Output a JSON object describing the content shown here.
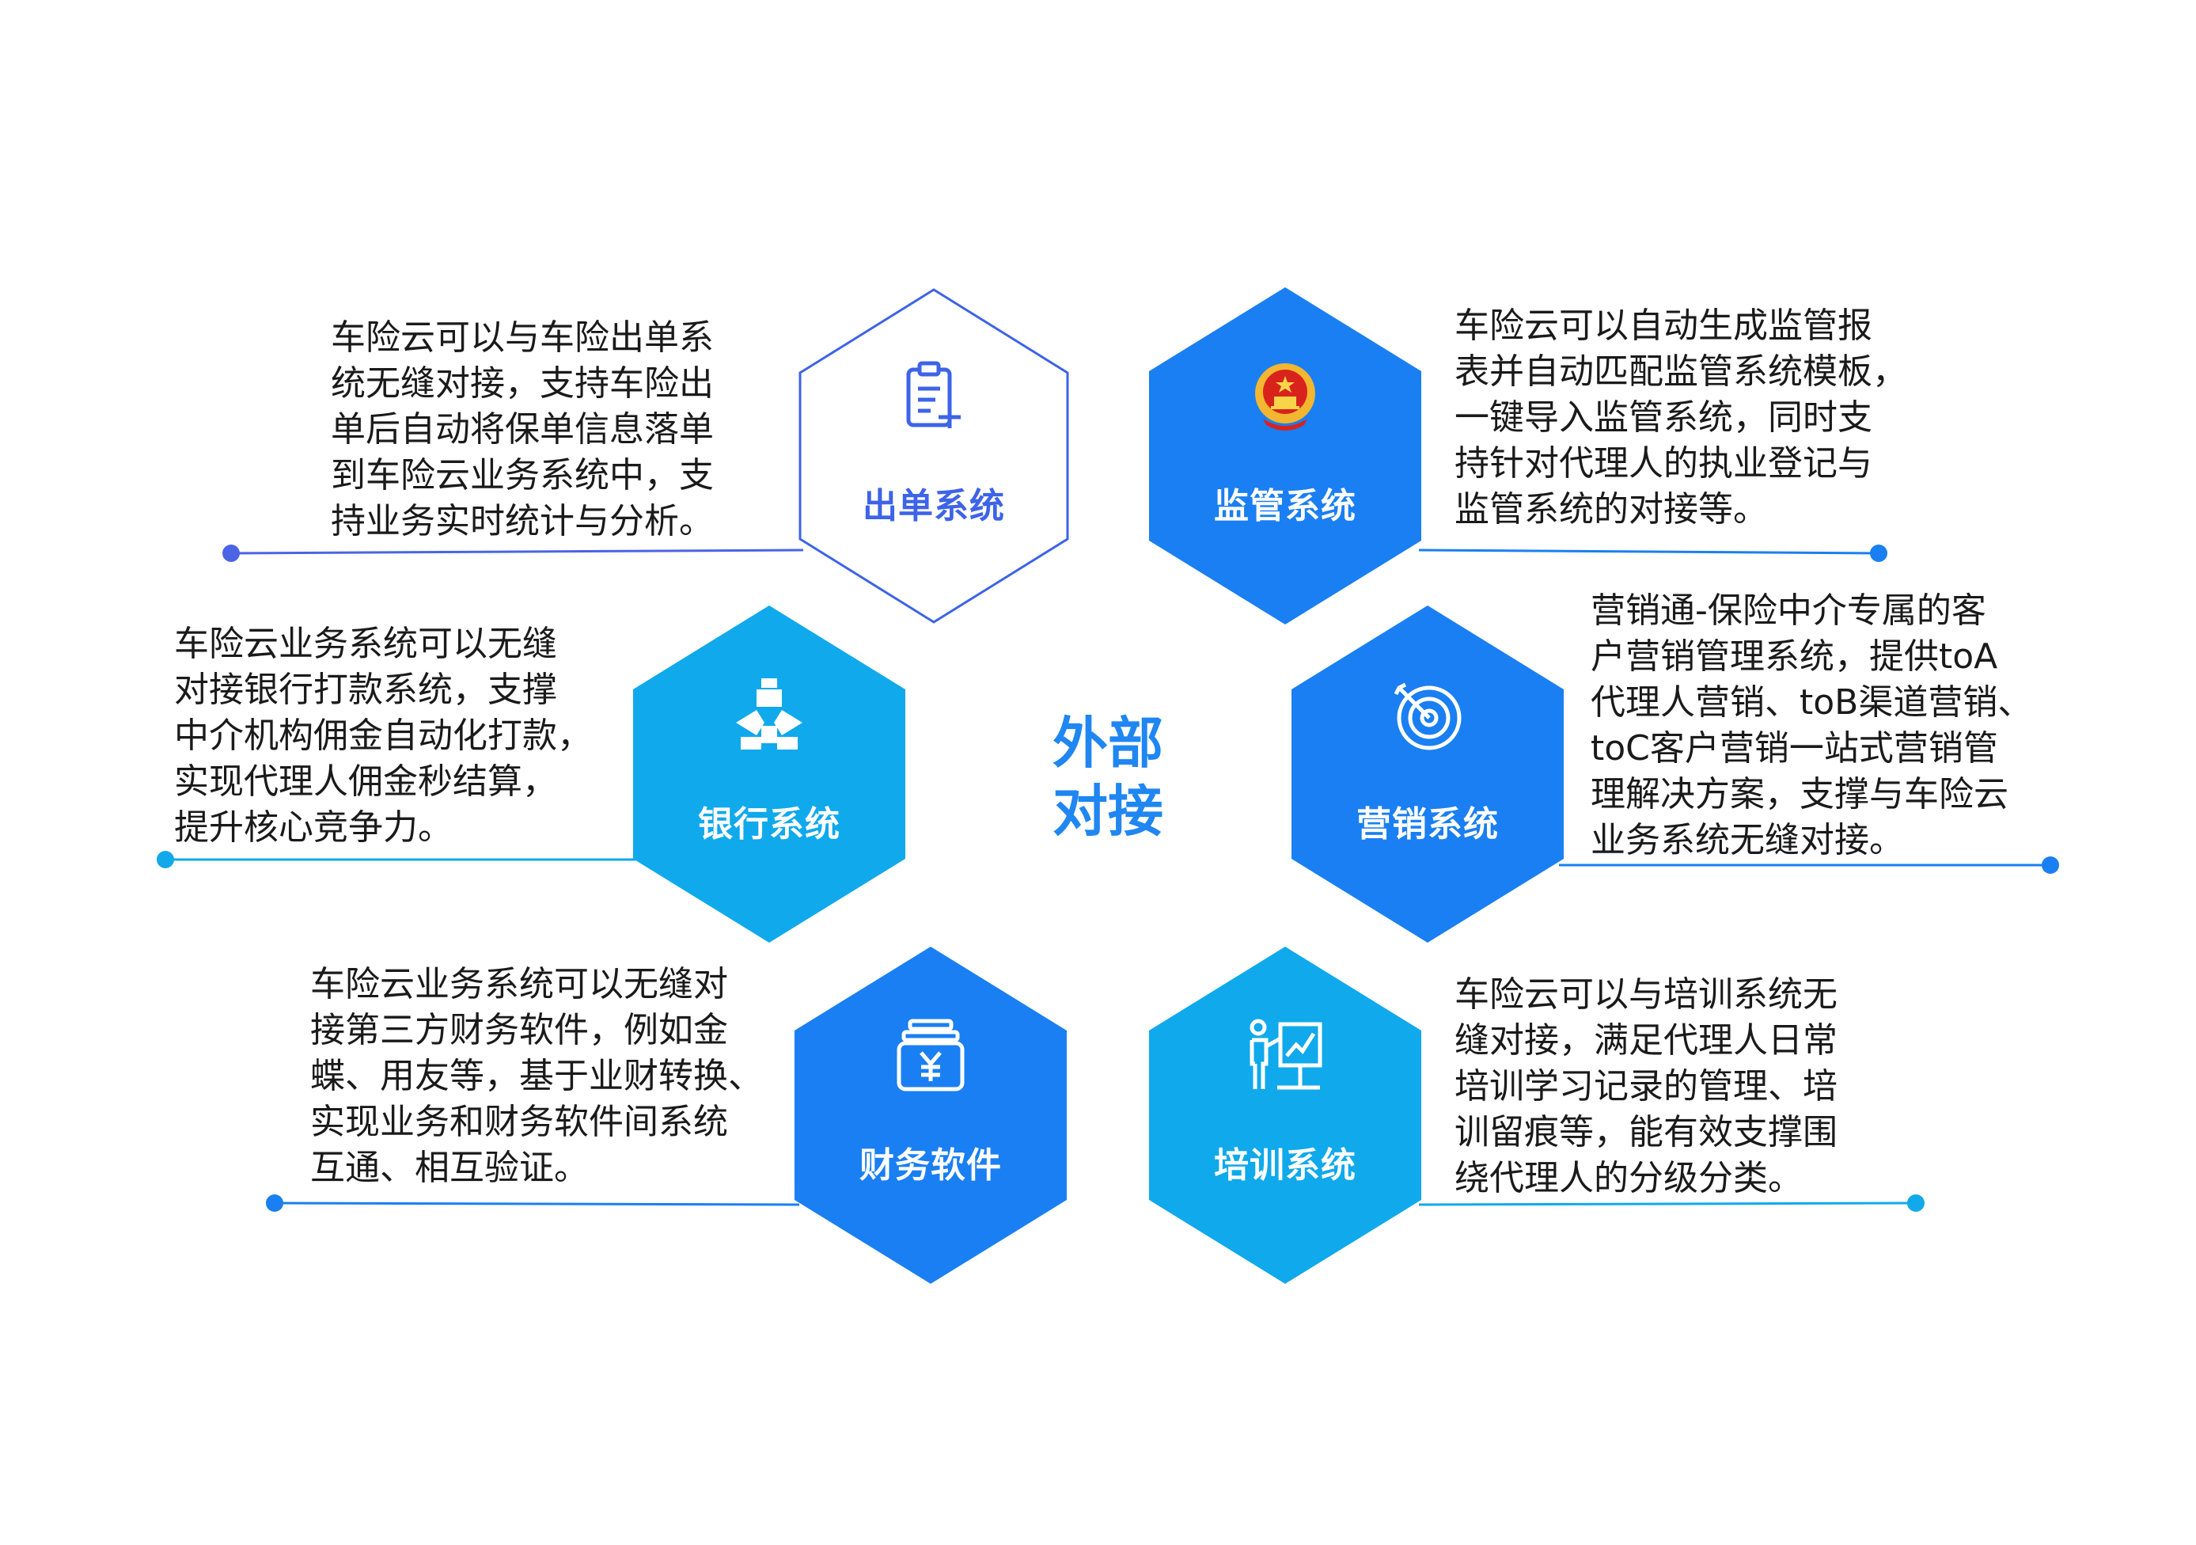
{
  "center": {
    "line1": "外部",
    "line2": "对接"
  },
  "colors": {
    "blue": "#1a7ff2",
    "cyan": "#0fa9ec",
    "outline": "#3d63e8",
    "connector_blue": "#1a7ff2",
    "connector_cyan": "#11a9ea",
    "connector_indigo": "#4c63e6"
  },
  "nodes": [
    {
      "id": "chudan",
      "label": "出单系统",
      "icon": "clipboard-plus-icon",
      "lines": [
        "车险云可以与车险出单系",
        "统无缝对接，支持车险出",
        "单后自动将保单信息落单",
        "到车险云业务系统中，支",
        "持业务实时统计与分析。"
      ]
    },
    {
      "id": "jianguan",
      "label": "监管系统",
      "icon": "national-emblem-icon",
      "lines": [
        "车险云可以自动生成监管报",
        "表并自动匹配监管系统模板，",
        "一键导入监管系统，同时支",
        "持针对代理人的执业登记与",
        "监管系统的对接等。"
      ]
    },
    {
      "id": "yinhang",
      "label": "银行系统",
      "icon": "bank-logo-icon",
      "lines": [
        "车险云业务系统可以无缝",
        "对接银行打款系统，支撑",
        "中介机构佣金自动化打款，",
        "实现代理人佣金秒结算，",
        "提升核心竞争力。"
      ]
    },
    {
      "id": "yingxiao",
      "label": "营销系统",
      "icon": "target-arrow-icon",
      "lines": [
        "营销通-保险中介专属的客",
        "户营销管理系统，提供toA",
        "代理人营销、toB渠道营销、",
        "toC客户营销一站式营销管",
        "理解决方案，支撑与车险云",
        "业务系统无缝对接。"
      ]
    },
    {
      "id": "caiwu",
      "label": "财务软件",
      "icon": "yuan-jar-icon",
      "lines": [
        "车险云业务系统可以无缝对",
        "接第三方财务软件，例如金",
        "蝶、用友等，基于业财转换、",
        "实现业务和财务软件间系统",
        "互通、相互验证。"
      ]
    },
    {
      "id": "peixun",
      "label": "培训系统",
      "icon": "presenter-chart-icon",
      "lines": [
        "车险云可以与培训系统无",
        "缝对接，满足代理人日常",
        "培训学习记录的管理、培",
        "训留痕等，能有效支撑围",
        "绕代理人的分级分类。"
      ]
    }
  ]
}
